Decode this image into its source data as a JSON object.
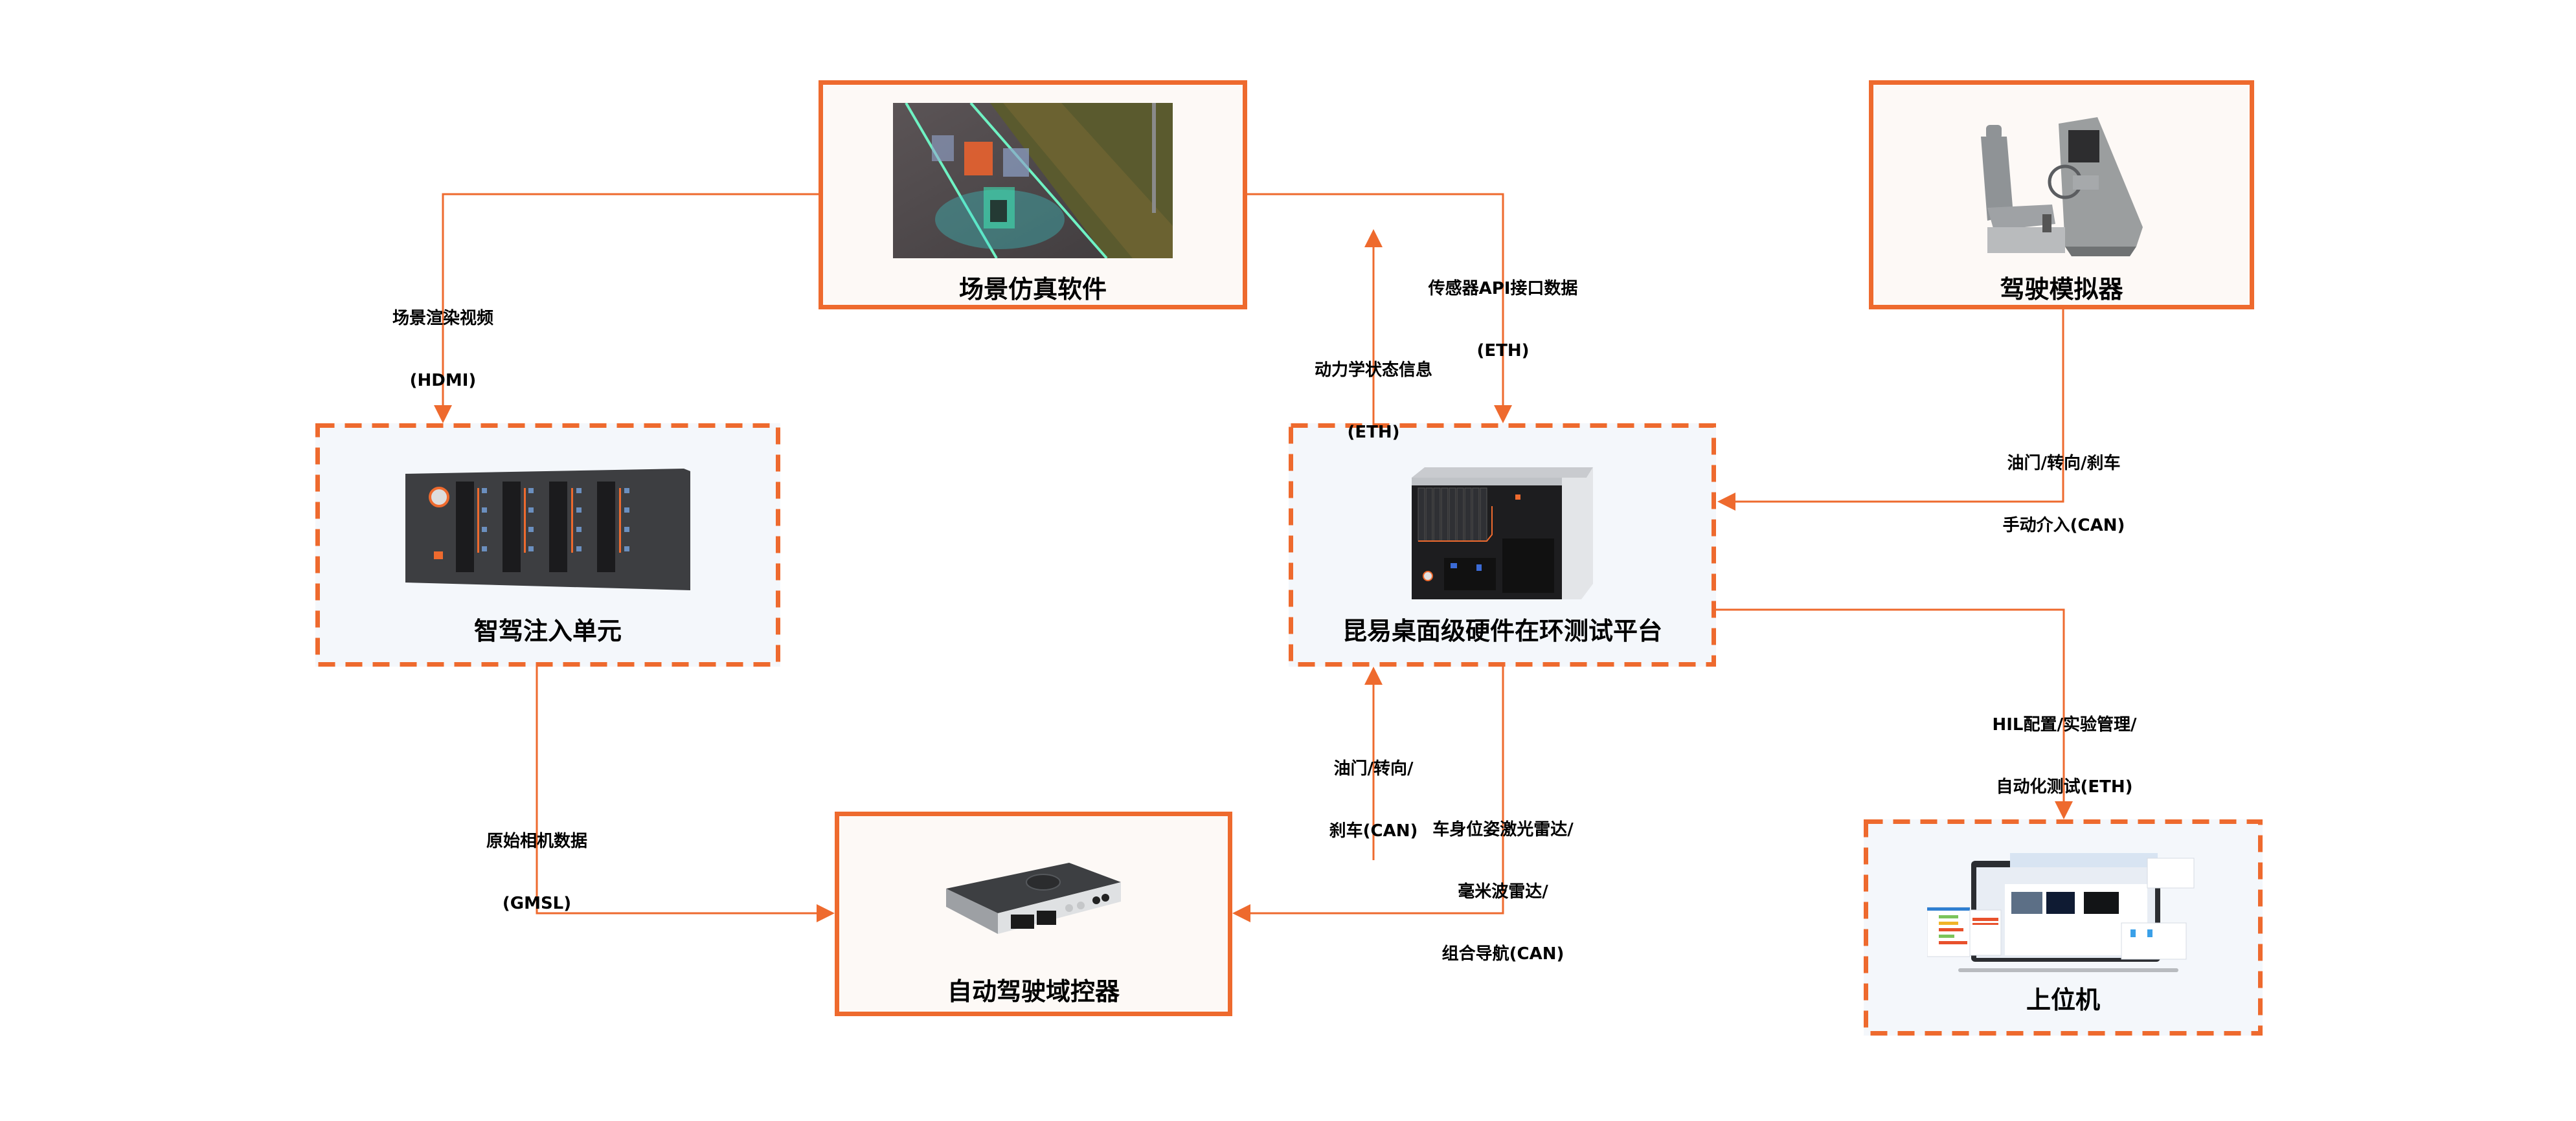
{
  "colors": {
    "accent": "#ee6a2e",
    "solid_box_fill": "#fdf9f6",
    "dashed_box_fill": "#f4f7fb",
    "text": "#000000"
  },
  "nodes": {
    "scene_sim": {
      "title": "场景仿真软件",
      "image": "highway-scene-image"
    },
    "driving_sim": {
      "title": "驾驶模拟器",
      "image": "driving-simulator-cockpit-image"
    },
    "injection_unit": {
      "title": "智驾注入单元",
      "image": "rack-injection-unit-image"
    },
    "hil_platform": {
      "title": "昆易桌面级硬件在环测试平台",
      "image": "mini-hil-chassis-image"
    },
    "domain_controller": {
      "title": "自动驾驶域控器",
      "image": "domain-controller-image"
    },
    "host_pc": {
      "title": "上位机",
      "image": "laptop-software-screens-image"
    }
  },
  "connections": [
    {
      "id": "scene_to_injection",
      "from": "场景仿真软件",
      "to": "智驾注入单元",
      "lines": [
        "场景渲染视频",
        "(HDMI)"
      ]
    },
    {
      "id": "scene_to_hil",
      "from": "场景仿真软件",
      "to": "昆易桌面级硬件在环测试平台",
      "lines": [
        "传感器API接口数据",
        "(ETH)"
      ]
    },
    {
      "id": "hil_to_scene",
      "from": "昆易桌面级硬件在环测试平台",
      "to": "场景仿真软件",
      "lines": [
        "动力学状态信息",
        "(ETH)"
      ]
    },
    {
      "id": "driving_to_hil",
      "from": "驾驶模拟器",
      "to": "昆易桌面级硬件在环测试平台",
      "lines": [
        "油门/转向/刹车",
        "手动介入(CAN)"
      ]
    },
    {
      "id": "hil_to_host",
      "from": "昆易桌面级硬件在环测试平台",
      "to": "上位机",
      "lines": [
        "HIL配置/实验管理/",
        "自动化测试(ETH)"
      ]
    },
    {
      "id": "injection_to_controller",
      "from": "智驾注入单元",
      "to": "自动驾驶域控器",
      "lines": [
        "原始相机数据",
        "(GMSL)"
      ]
    },
    {
      "id": "controller_to_hil",
      "from": "自动驾驶域控器",
      "to": "昆易桌面级硬件在环测试平台",
      "lines": [
        "油门/转向/",
        "刹车(CAN)"
      ]
    },
    {
      "id": "hil_to_controller",
      "from": "昆易桌面级硬件在环测试平台",
      "to": "自动驾驶域控器",
      "lines": [
        "车身位姿激光雷达/",
        "毫米波雷达/",
        "组合导航(CAN)"
      ]
    }
  ]
}
